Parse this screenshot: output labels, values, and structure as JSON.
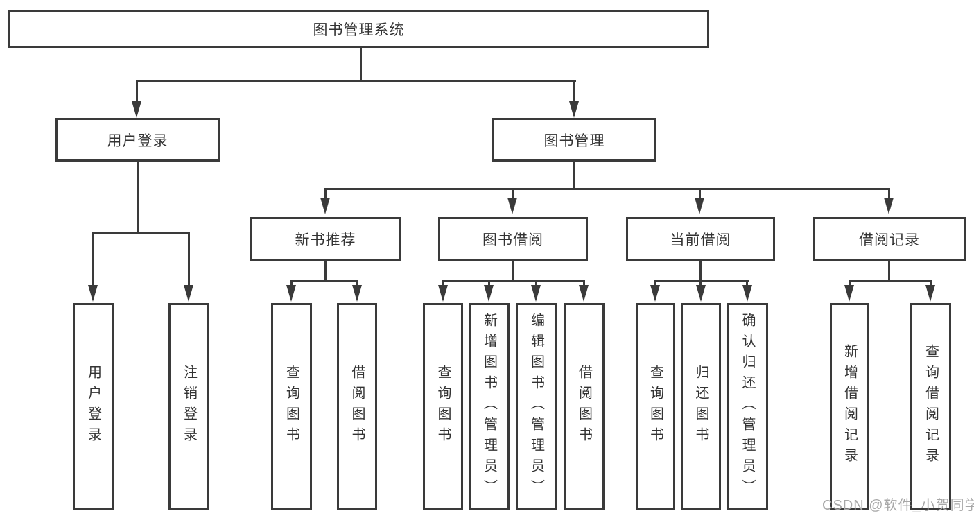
{
  "tree": {
    "root": {
      "label": "图书管理系统"
    },
    "branches": [
      {
        "label": "用户登录",
        "children": [
          "用户登录",
          "注销登录"
        ]
      },
      {
        "label": "图书管理",
        "sections": [
          {
            "label": "新书推荐",
            "children": [
              "查询图书",
              "借阅图书"
            ]
          },
          {
            "label": "图书借阅",
            "children": [
              "查询图书",
              "新增图书（管理员）",
              "编辑图书（管理员）",
              "借阅图书"
            ]
          },
          {
            "label": "当前借阅",
            "children": [
              "查询图书",
              "归还图书",
              "确认归还（管理员）"
            ]
          },
          {
            "label": "借阅记录",
            "children": [
              "新增借阅记录",
              "查询借阅记录"
            ]
          }
        ]
      }
    ]
  },
  "watermark": "CSDN @软件_小贺同学",
  "colors": {
    "line": "#3a3a3a",
    "text": "#333333",
    "watermark": "#a8a8a8",
    "background": "#ffffff"
  }
}
